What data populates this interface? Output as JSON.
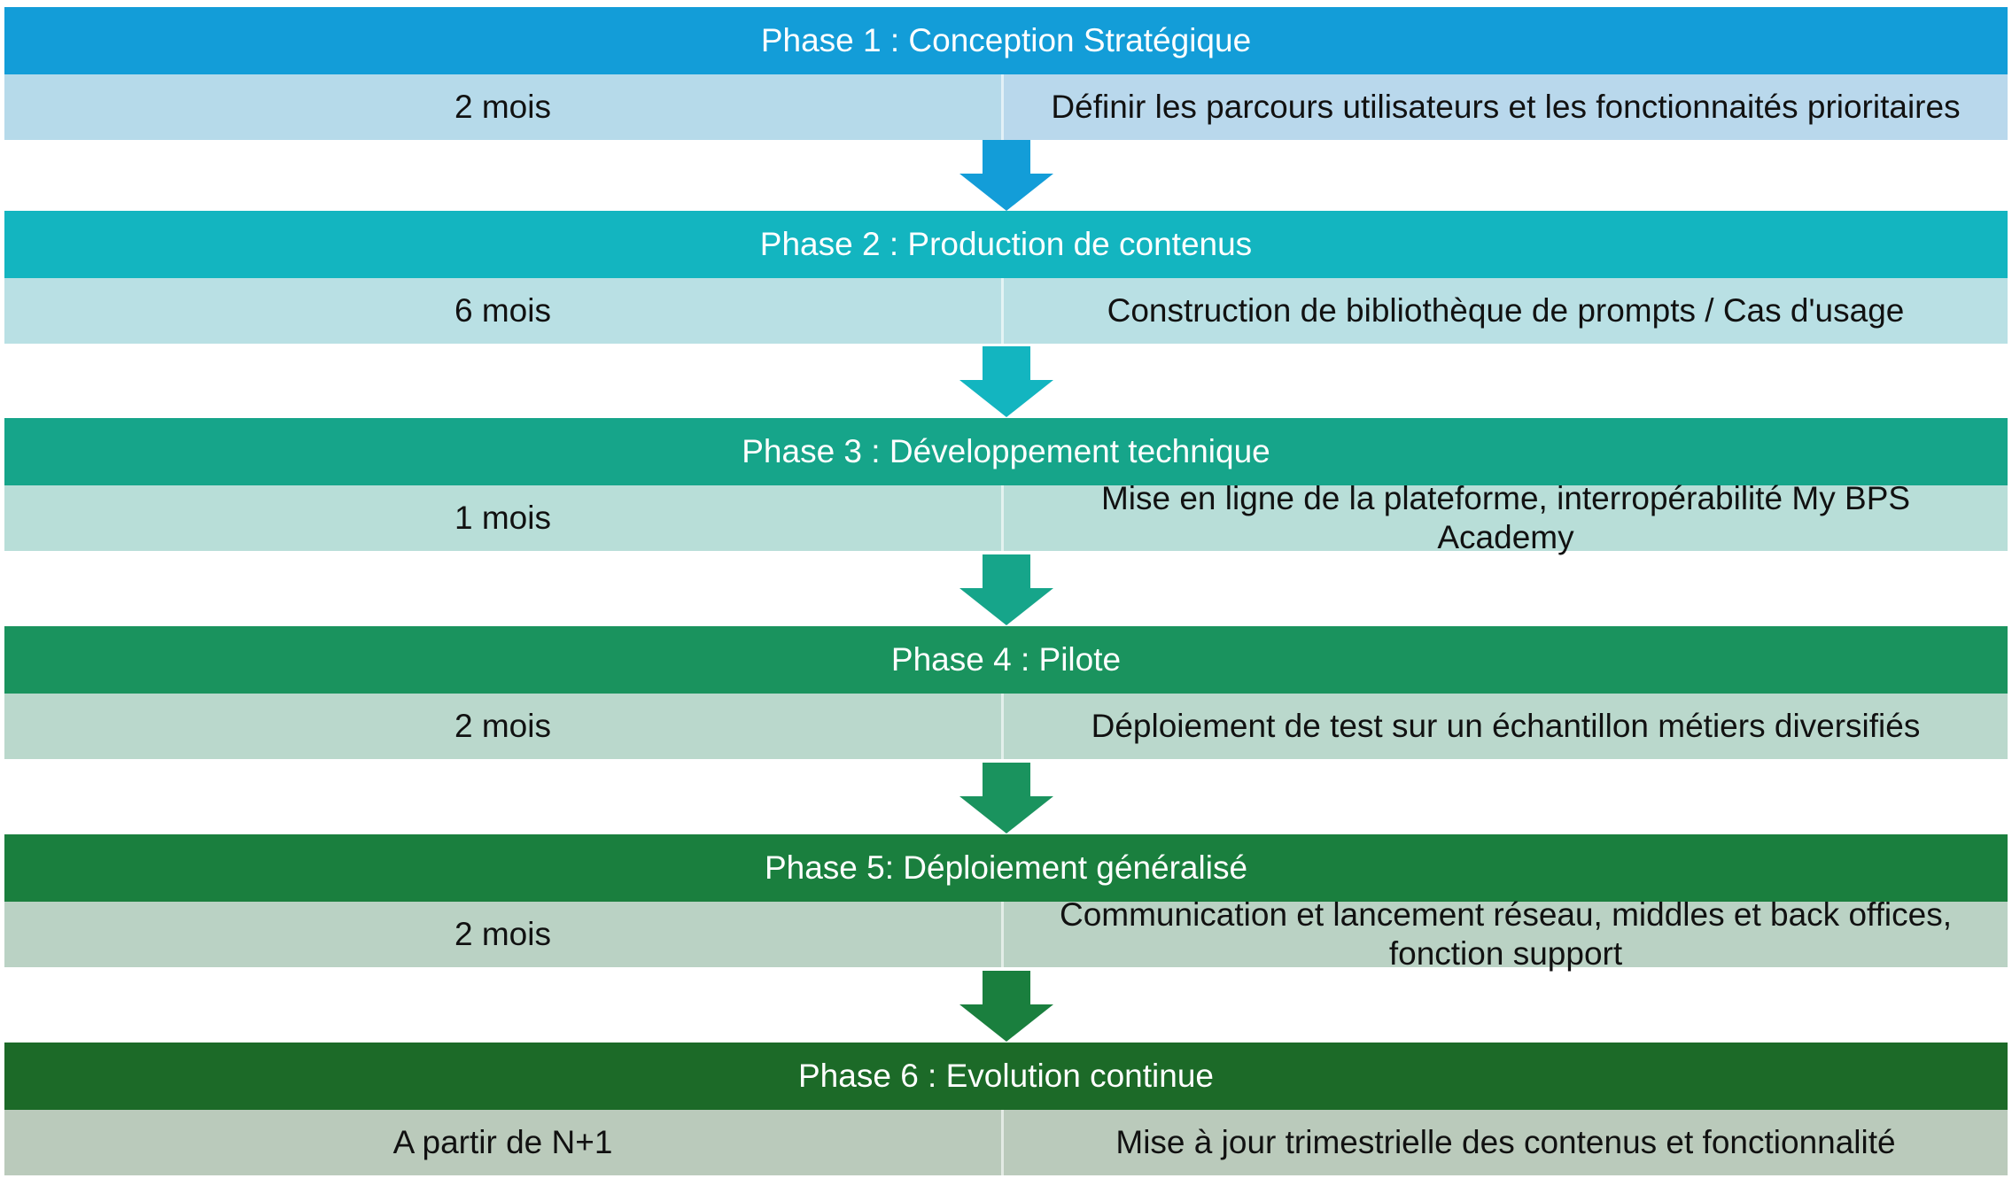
{
  "phases": [
    {
      "title": "Phase 1 : Conception Stratégique",
      "duration": "2 mois",
      "description": "Définir les parcours utilisateurs et les fonctionnaités prioritaires",
      "header_color": "#139DD8",
      "row_color": "#B6DAEA",
      "row_color_right": "#B9D8EC"
    },
    {
      "title": "Phase 2 : Production de contenus",
      "duration": "6 mois",
      "description": "Construction de bibliothèque de prompts / Cas d'usage",
      "header_color": "#13B5C0",
      "row_color": "#B9E0E4",
      "row_color_right": "#B9E0E4"
    },
    {
      "title": "Phase 3 : Développement technique",
      "duration": "1 mois",
      "description": "Mise en ligne de la plateforme, interropérabilité My BPS Academy",
      "header_color": "#16A58A",
      "row_color": "#B8DED8",
      "row_color_right": "#B8DED8"
    },
    {
      "title": "Phase 4 : Pilote",
      "duration": "2 mois",
      "description": "Déploiement de test sur un échantillon métiers diversifiés",
      "header_color": "#1A935E",
      "row_color": "#BAD8CC",
      "row_color_right": "#BAD8CC"
    },
    {
      "title": "Phase 5: Déploiement généralisé",
      "duration": "2 mois",
      "description": "Communication et lancement réseau, middles et back offices, fonction support",
      "header_color": "#1A7F3E",
      "row_color": "#BAD2C4",
      "row_color_right": "#BAD2C4"
    },
    {
      "title": "Phase 6 : Evolution continue",
      "duration": "A partir de N+1",
      "description": "Mise à jour trimestrielle des contenus et fonctionnalité",
      "header_color": "#1C6A28",
      "row_color": "#BACABB",
      "row_color_right": "#BACABB"
    }
  ]
}
